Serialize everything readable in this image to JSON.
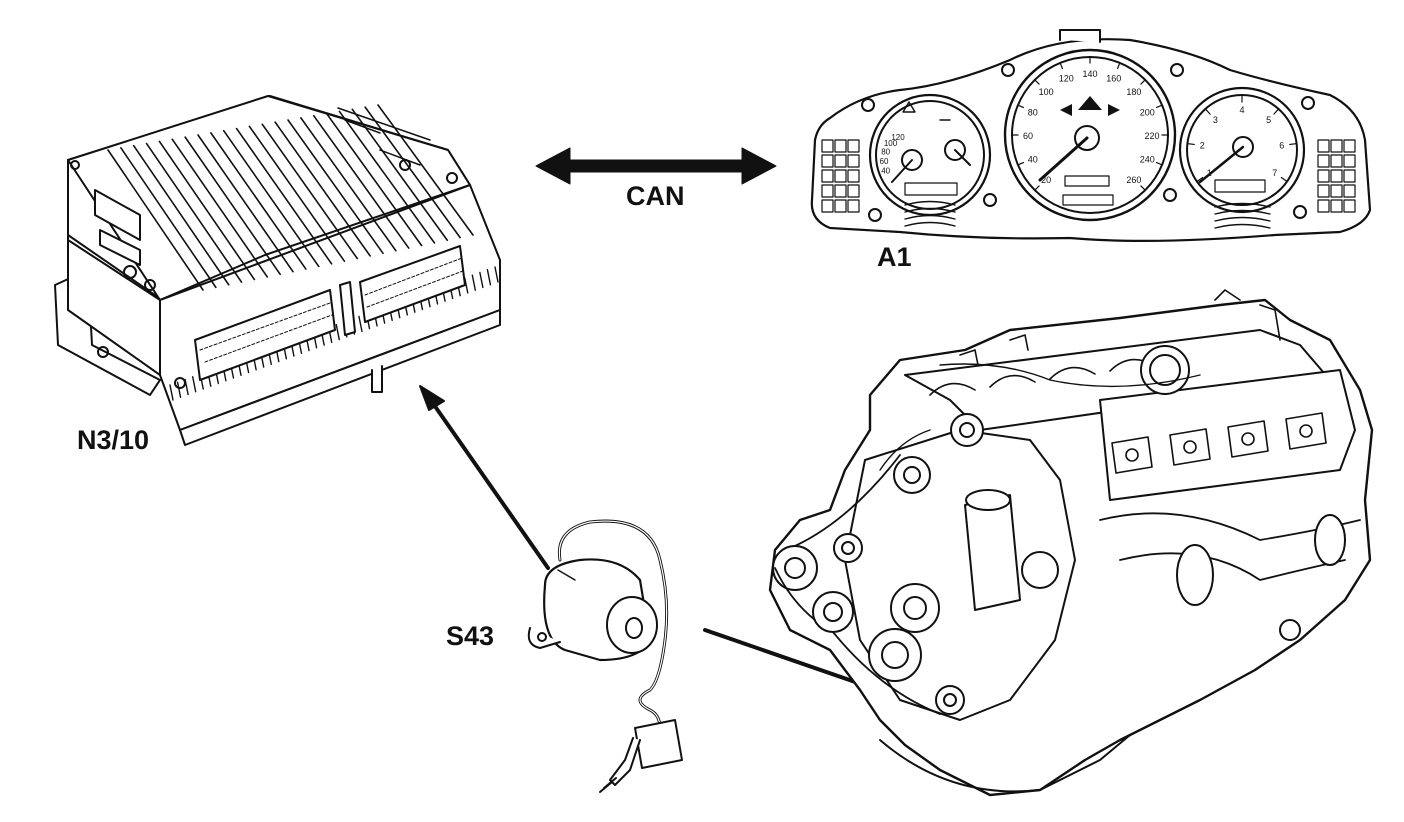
{
  "labels": {
    "control_unit": "N3/10",
    "instrument_cluster": "A1",
    "bus": "CAN",
    "sensor": "S43"
  },
  "gauges": {
    "left_ticks": [
      "40",
      "60",
      "80",
      "100",
      "120"
    ],
    "speedo_ticks": [
      "20",
      "40",
      "60",
      "80",
      "100",
      "120",
      "140",
      "160",
      "180",
      "200",
      "220",
      "240",
      "260"
    ],
    "tacho_ticks": [
      "1",
      "2",
      "3",
      "4",
      "5",
      "6",
      "7"
    ]
  },
  "colors": {
    "line": "#111111",
    "background": "#ffffff"
  }
}
